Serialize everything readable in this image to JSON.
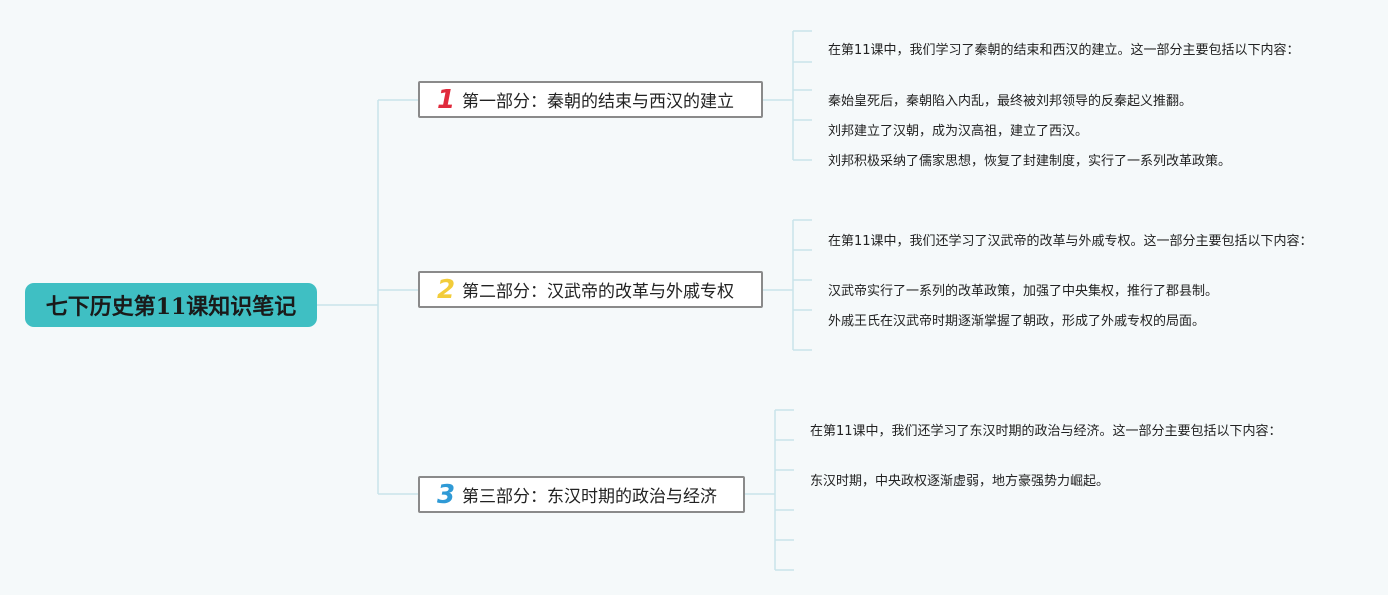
{
  "root": {
    "title": "七下历史第11课知识笔记"
  },
  "branches": [
    {
      "number": "1",
      "number_color": "#e02a3c",
      "title": "第一部分：秦朝的结束与西汉的建立",
      "items": [
        "在第11课中，我们学习了秦朝的结束和西汉的建立。这一部分主要包括以下内容：",
        "秦始皇死后，秦朝陷入内乱，最终被刘邦领导的反秦起义推翻。",
        "刘邦建立了汉朝，成为汉高祖，建立了西汉。",
        "刘邦积极采纳了儒家思想，恢复了封建制度，实行了一系列改革政策。"
      ]
    },
    {
      "number": "2",
      "number_color": "#f2cc3a",
      "title": "第二部分：汉武帝的改革与外戚专权",
      "items": [
        "在第11课中，我们还学习了汉武帝的改革与外戚专权。这一部分主要包括以下内容：",
        "汉武帝实行了一系列的改革政策，加强了中央集权，推行了郡县制。",
        "外戚王氏在汉武帝时期逐渐掌握了朝政，形成了外戚专权的局面。"
      ]
    },
    {
      "number": "3",
      "number_color": "#2f9ad6",
      "title": "第三部分：东汉时期的政治与经济",
      "items": [
        "在第11课中，我们还学习了东汉时期的政治与经济。这一部分主要包括以下内容：",
        "东汉时期，中央政权逐渐虚弱，地方豪强势力崛起。"
      ]
    }
  ],
  "colors": {
    "background": "#f5f9fa",
    "root_fill": "#3fbfc3",
    "connector": "#c9e4ea",
    "branch_border": "#8a8a8a"
  }
}
